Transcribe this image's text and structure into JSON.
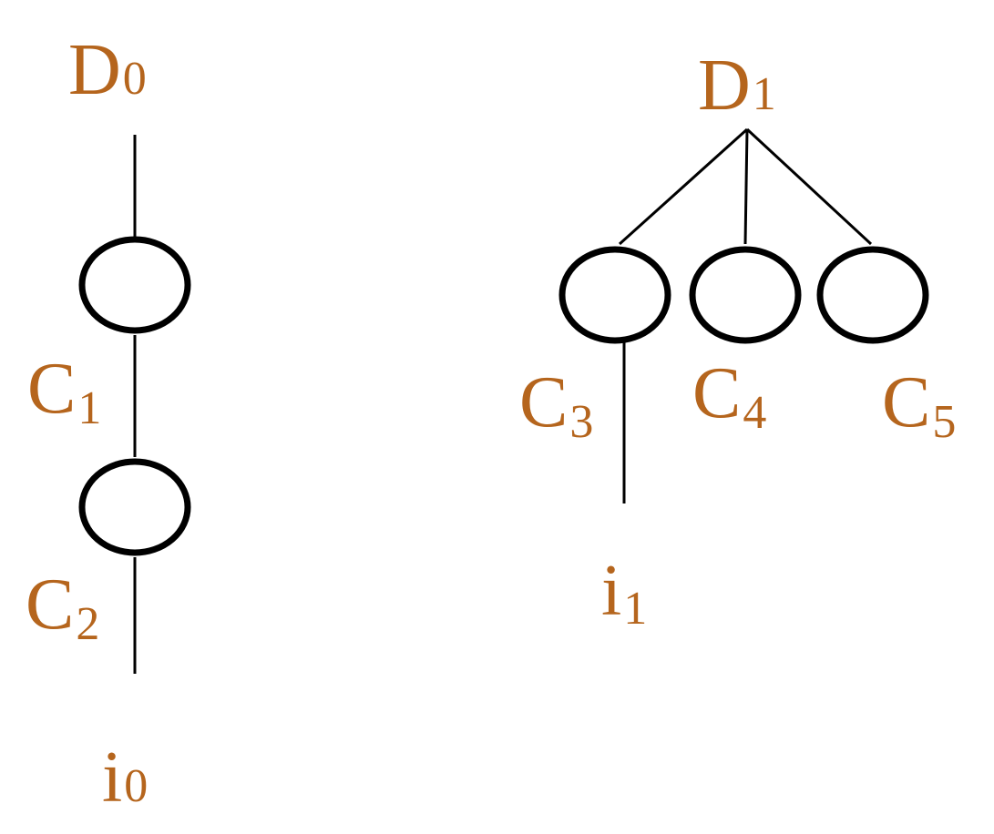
{
  "colors": {
    "label": "#b5651d",
    "line": "#000000",
    "background": "#ffffff"
  },
  "labels": {
    "d0": {
      "main": "D",
      "sub": "0"
    },
    "c1": {
      "main": "C",
      "sub": "1"
    },
    "c2": {
      "main": "C",
      "sub": "2"
    },
    "i0": {
      "main": "i",
      "sub": "0"
    },
    "d1": {
      "main": "D",
      "sub": "1"
    },
    "c3": {
      "main": "C",
      "sub": "3"
    },
    "c4": {
      "main": "C",
      "sub": "4"
    },
    "c5": {
      "main": "C",
      "sub": "5"
    },
    "i1": {
      "main": "i",
      "sub": "1"
    }
  }
}
